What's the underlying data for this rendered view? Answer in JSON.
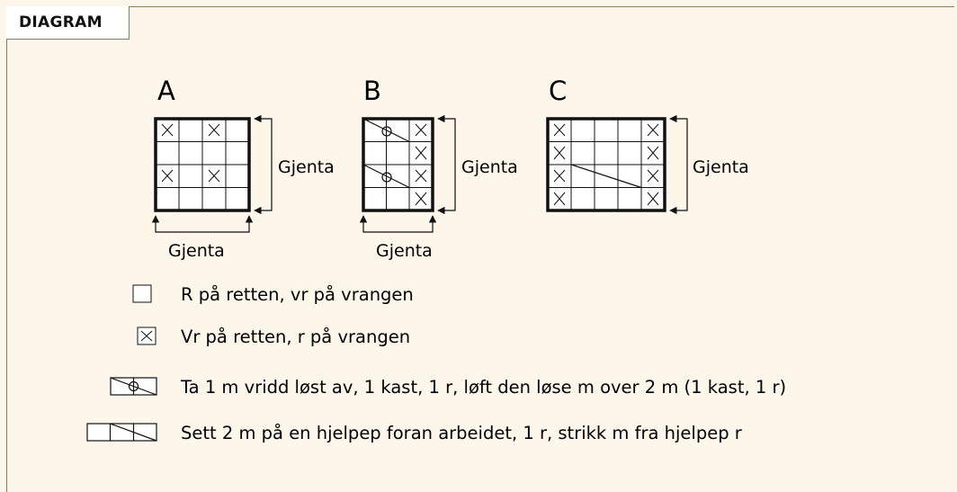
{
  "header": {
    "label": "DIAGRAM"
  },
  "charts": {
    "a": {
      "title": "A",
      "repeat_side": "Gjenta",
      "repeat_bottom": "Gjenta"
    },
    "b": {
      "title": "B",
      "repeat_side": "Gjenta",
      "repeat_bottom": "Gjenta"
    },
    "c": {
      "title": "C",
      "repeat_side": "Gjenta"
    }
  },
  "legend": {
    "knit": "R på retten, vr på vrangen",
    "purl": "Vr på retten, r på vrangen",
    "twisted_slip": "Ta 1 m vridd løst av, 1 kast, 1 r, løft den løse m over  2 m (1 kast, 1 r)",
    "cable": "Sett 2 m på en hjelpep foran arbeidet, 1 r, strikk m fra hjelpep r"
  },
  "colors": {
    "background": "#fdf6ea",
    "border": "#8c7b5f",
    "ink": "#111111"
  }
}
